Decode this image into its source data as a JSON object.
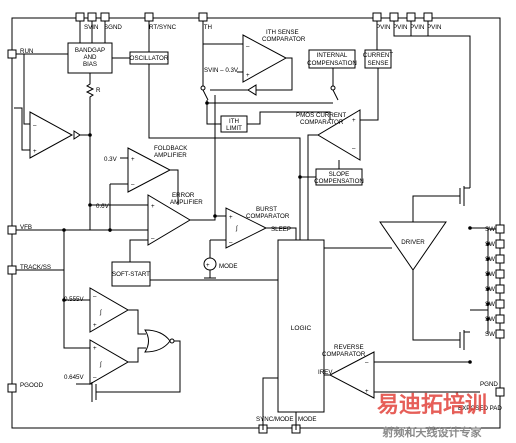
{
  "pins_top": {
    "svin": "SVIN",
    "sgnd": "SGND",
    "rt_sync": "RT/SYNC",
    "ith": "ITH",
    "pvin": "PVIN"
  },
  "pins_left": {
    "run": "RUN",
    "vfb": "VFB",
    "track_ss": "TRACK/SS",
    "pgood": "PGOOD"
  },
  "pins_right": {
    "sw": "SW",
    "pgnd": "PGND",
    "exposed_pad": "EXPOSED PAD"
  },
  "pins_bottom": {
    "sync_mode": "SYNC/MODE",
    "mode": "MODE"
  },
  "blocks": {
    "bandgap_line1": "BANDGAP",
    "bandgap_line2": "AND",
    "bandgap_line3": "BIAS",
    "oscillator": "OSCILLATOR",
    "internal_comp_line1": "INTERNAL",
    "internal_comp_line2": "COMPENSATION",
    "current_sense_line1": "CURRENT",
    "current_sense_line2": "SENSE",
    "ith_limit_line1": "ITH",
    "ith_limit_line2": "LIMIT",
    "slope_comp_line1": "SLOPE",
    "slope_comp_line2": "COMPENSATION",
    "soft_start": "SOFT-START",
    "logic": "LOGIC",
    "driver": "DRIVER"
  },
  "labels": {
    "ith_sense_line1": "ITH SENSE",
    "ith_sense_line2": "COMPARATOR",
    "svin_minus": "SVIN – 0.3V",
    "pmos_line1": "PMOS CURRENT",
    "pmos_line2": "COMPARATOR",
    "foldback_line1": "FOLDBACK",
    "foldback_line2": "AMPLIFIER",
    "error_line1": "ERROR",
    "error_line2": "AMPLIFIER",
    "burst_line1": "BURST",
    "burst_line2": "COMPARATOR",
    "sleep": "SLEEP",
    "mode_src": "MODE",
    "reverse_line1": "REVERSE",
    "reverse_line2": "COMPARATOR",
    "irev": "IREV",
    "r": "R",
    "v03": "0.3V",
    "v06": "0.6V",
    "v0555": "0.555V",
    "v0645": "0.645V"
  },
  "watermark": {
    "line1": "易迪拓培训",
    "line2": "射频和天线设计专家"
  }
}
